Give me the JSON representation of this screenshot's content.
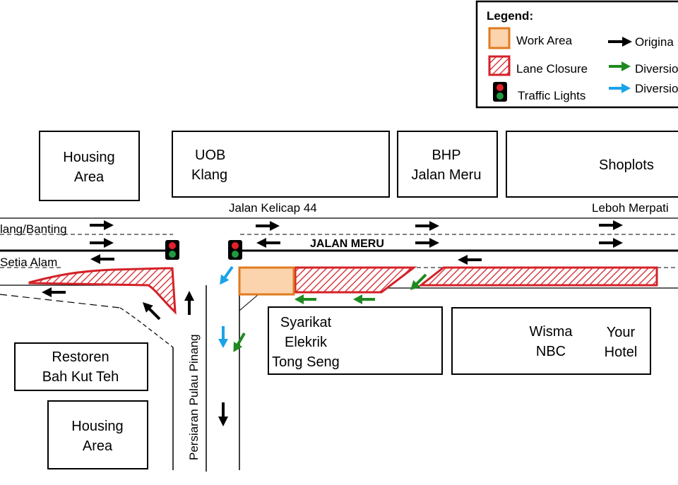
{
  "legend": {
    "title": "Legend:",
    "work_area": "Work Area",
    "lane_closure": "Lane Closure",
    "traffic_lights": "Traffic Lights",
    "original": "Origina",
    "diversion_green": "Diversio",
    "diversion_blue": "Diversio"
  },
  "buildings": {
    "housing_top": [
      "Housing",
      "Area"
    ],
    "uob": [
      "UOB",
      "Klang"
    ],
    "bhp": [
      "BHP",
      "Jalan Meru"
    ],
    "shoplots": "Shoplots",
    "restoren": [
      "Restoren",
      "Bah Kut Teh"
    ],
    "housing_bottom": [
      "Housing",
      "Area"
    ],
    "syarikat": [
      "Syarikat",
      "Elekrik",
      "Tong Seng"
    ],
    "wisma": [
      "Wisma",
      "NBC"
    ],
    "your_hotel": [
      "Your",
      "Hotel"
    ]
  },
  "roads": {
    "jalan_kelicap": "Jalan Kelicap 44",
    "leboh_merpati": "Leboh Merpati",
    "klang_banting": "lang/Banting",
    "setia_alam": "Setia Alam",
    "jalan_meru": "JALAN MERU",
    "persiaran": "Persiaran Pulau Pinang"
  },
  "colors": {
    "work_area_fill": "#fbd3ad",
    "work_area_border": "#e07b1f",
    "closure_stroke": "#d42127",
    "original_arrow": "#000000",
    "green_arrow": "#1f8a1f",
    "blue_arrow": "#1aa3e8"
  },
  "icons": {
    "original_arrow": "arrow-right-icon",
    "diversion_green": "green-arrow-icon",
    "diversion_blue": "blue-arrow-icon",
    "traffic_light": "traffic-light-icon"
  }
}
